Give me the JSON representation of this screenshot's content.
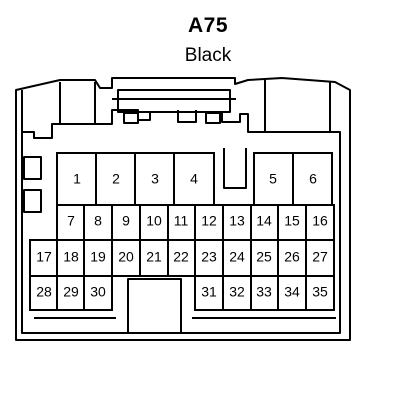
{
  "connector": {
    "id": "A75",
    "color_label": "Black"
  },
  "pins": {
    "p1": "1",
    "p2": "2",
    "p3": "3",
    "p4": "4",
    "p5": "5",
    "p6": "6",
    "p7": "7",
    "p8": "8",
    "p9": "9",
    "p10": "10",
    "p11": "11",
    "p12": "12",
    "p13": "13",
    "p14": "14",
    "p15": "15",
    "p16": "16",
    "p17": "17",
    "p18": "18",
    "p19": "19",
    "p20": "20",
    "p21": "21",
    "p22": "22",
    "p23": "23",
    "p24": "24",
    "p25": "25",
    "p26": "26",
    "p27": "27",
    "p28": "28",
    "p29": "29",
    "p30": "30",
    "p31": "31",
    "p32": "32",
    "p33": "33",
    "p34": "34",
    "p35": "35"
  }
}
